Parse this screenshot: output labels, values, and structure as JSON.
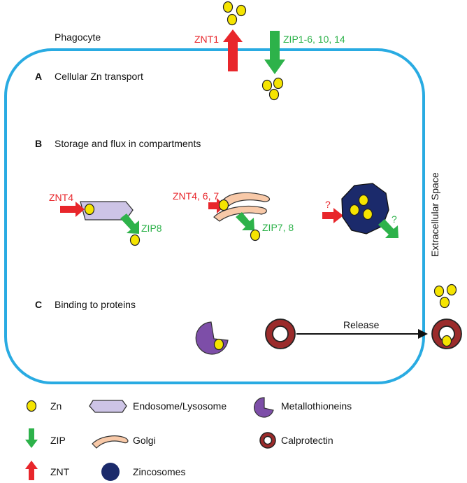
{
  "labels": {
    "phagocyte": "Phagocyte",
    "extracellular": "Extracellular Space",
    "section_a": "A",
    "section_a_title": "Cellular Zn transport",
    "section_b": "B",
    "section_b_title": "Storage and flux in compartments",
    "section_c": "C",
    "section_c_title": "Binding to proteins",
    "znt1": "ZNT1",
    "zip_membrane": "ZIP1-6, 10, 14",
    "znt4": "ZNT4",
    "zip8": "ZIP8",
    "znt_golgi": "ZNT4, 6, 7",
    "zip_golgi": "ZIP7, 8",
    "unknown_in": "?",
    "unknown_out": "?",
    "release": "Release"
  },
  "legend": {
    "zn": "Zn",
    "endosome": "Endosome/Lysosome",
    "metallothioneins": "Metallothioneins",
    "zip": "ZIP",
    "golgi": "Golgi",
    "calprotectin": "Calprotectin",
    "znt": "ZNT",
    "zincosomes": "Zincosomes"
  },
  "colors": {
    "membrane": "#29abe2",
    "znt_red": "#e8262b",
    "zip_green": "#2db24a",
    "zinc_yellow": "#f5e400",
    "endosome": "#cdc4e6",
    "golgi": "#f8c9a8",
    "zincosome": "#1b2a6b",
    "metallothionein": "#7d4ea8",
    "calprotectin": "#9b2b2b"
  }
}
